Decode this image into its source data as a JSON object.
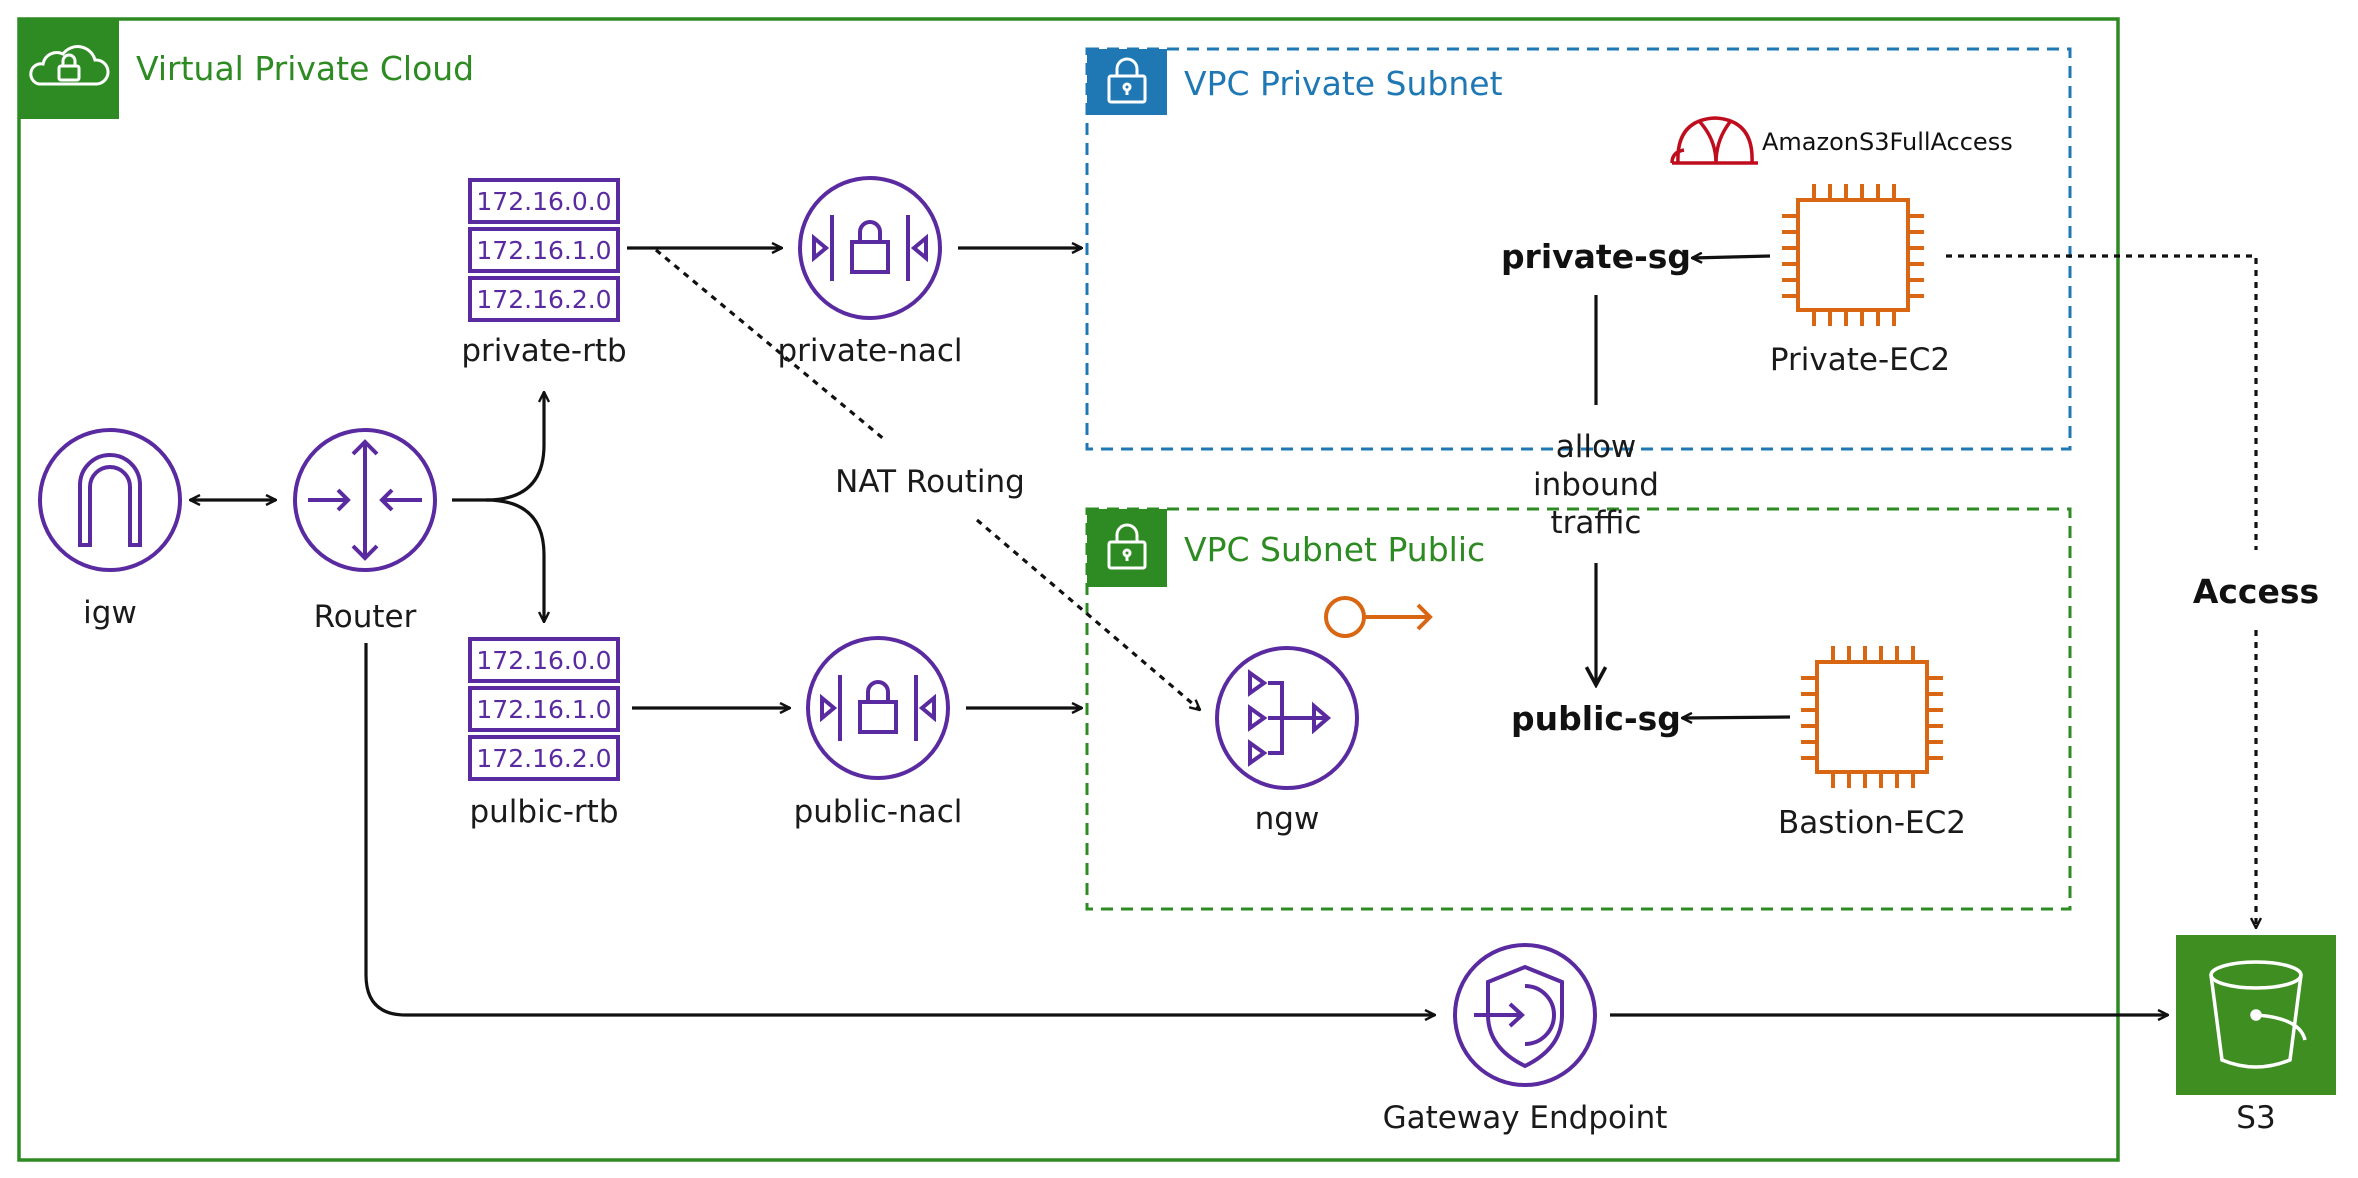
{
  "colors": {
    "vpc": "#2e8b23",
    "private_subnet": "#1f78b4",
    "public_subnet": "#2e8b23",
    "icon_purple": "#5a2aa0",
    "ec2_orange": "#d86613",
    "iam_red": "#c00d1e",
    "s3_green": "#3f8e22",
    "line": "#111111"
  },
  "groups": {
    "vpc_title": "Virtual Private Cloud",
    "private_subnet_title": "VPC Private Subnet",
    "public_subnet_title": "VPC Subnet Public"
  },
  "nodes": {
    "igw": "igw",
    "router": "Router",
    "private_rtb": "private-rtb",
    "public_rtb": "pulbic-rtb",
    "private_nacl": "private-nacl",
    "public_nacl": "public-nacl",
    "ngw": "ngw",
    "private_sg": "private-sg",
    "public_sg": "public-sg",
    "private_ec2": "Private-EC2",
    "bastion_ec2": "Bastion-EC2",
    "gateway_endpoint": "Gateway Endpoint",
    "s3": "S3",
    "iam_policy": "AmazonS3FullAccess"
  },
  "route_table_entries": {
    "private": [
      "172.16.0.0",
      "172.16.1.0",
      "172.16.2.0"
    ],
    "public": [
      "172.16.0.0",
      "172.16.1.0",
      "172.16.2.0"
    ]
  },
  "edge_labels": {
    "nat_routing": "NAT Routing",
    "allow_inbound": [
      "allow",
      "inbound",
      "traffic"
    ],
    "access": "Access"
  },
  "icons": {
    "vpc": "cloud-lock-icon",
    "subnet": "padlock-icon",
    "igw": "internet-gateway-icon",
    "router": "router-icon",
    "rtb": "route-table-icon",
    "nacl": "network-acl-icon",
    "ngw": "nat-gateway-icon",
    "ec2": "ec2-instance-icon",
    "endpoint": "vpc-endpoint-icon",
    "s3": "s3-bucket-icon",
    "iam": "iam-role-icon",
    "eip": "elastic-ip-icon"
  }
}
